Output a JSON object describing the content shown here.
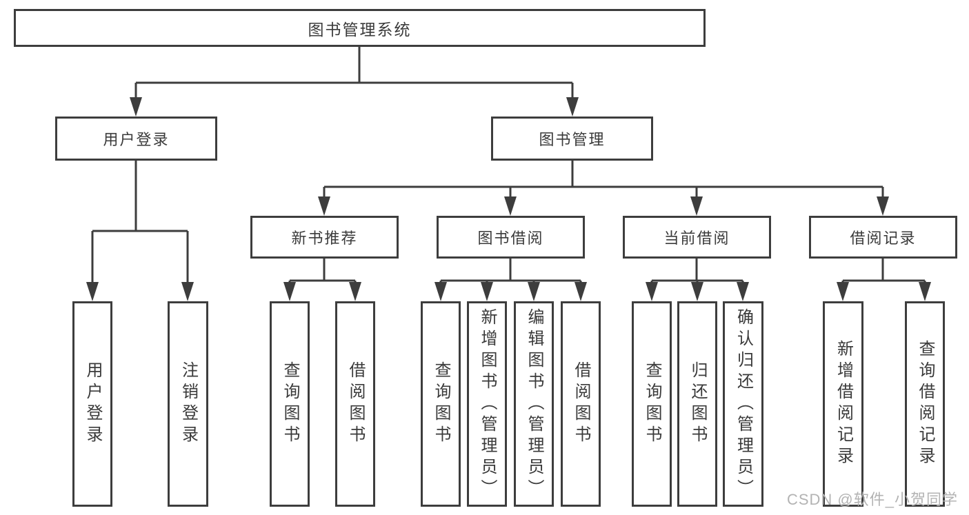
{
  "title": "图书管理系统",
  "level2": [
    {
      "label": "用户登录"
    },
    {
      "label": "图书管理"
    }
  ],
  "level3": [
    {
      "label": "新书推荐"
    },
    {
      "label": "图书借阅"
    },
    {
      "label": "当前借阅"
    },
    {
      "label": "借阅记录"
    }
  ],
  "leaves": [
    {
      "label": "用户登录"
    },
    {
      "label": "注销登录"
    },
    {
      "label": "查询图书"
    },
    {
      "label": "借阅图书"
    },
    {
      "label": "查询图书"
    },
    {
      "label": "新增图书（管理员）"
    },
    {
      "label": "编辑图书（管理员）"
    },
    {
      "label": "借阅图书"
    },
    {
      "label": "查询图书"
    },
    {
      "label": "归还图书"
    },
    {
      "label": "确认归还（管理员）"
    },
    {
      "label": "新增借阅记录"
    },
    {
      "label": "查询借阅记录"
    }
  ],
  "watermark": "CSDN @软件_小贺同学",
  "colors": {
    "line": "#3d3d3d",
    "text": "#3a3a3a",
    "watermark": "#b3b3b3",
    "background": "#ffffff"
  }
}
